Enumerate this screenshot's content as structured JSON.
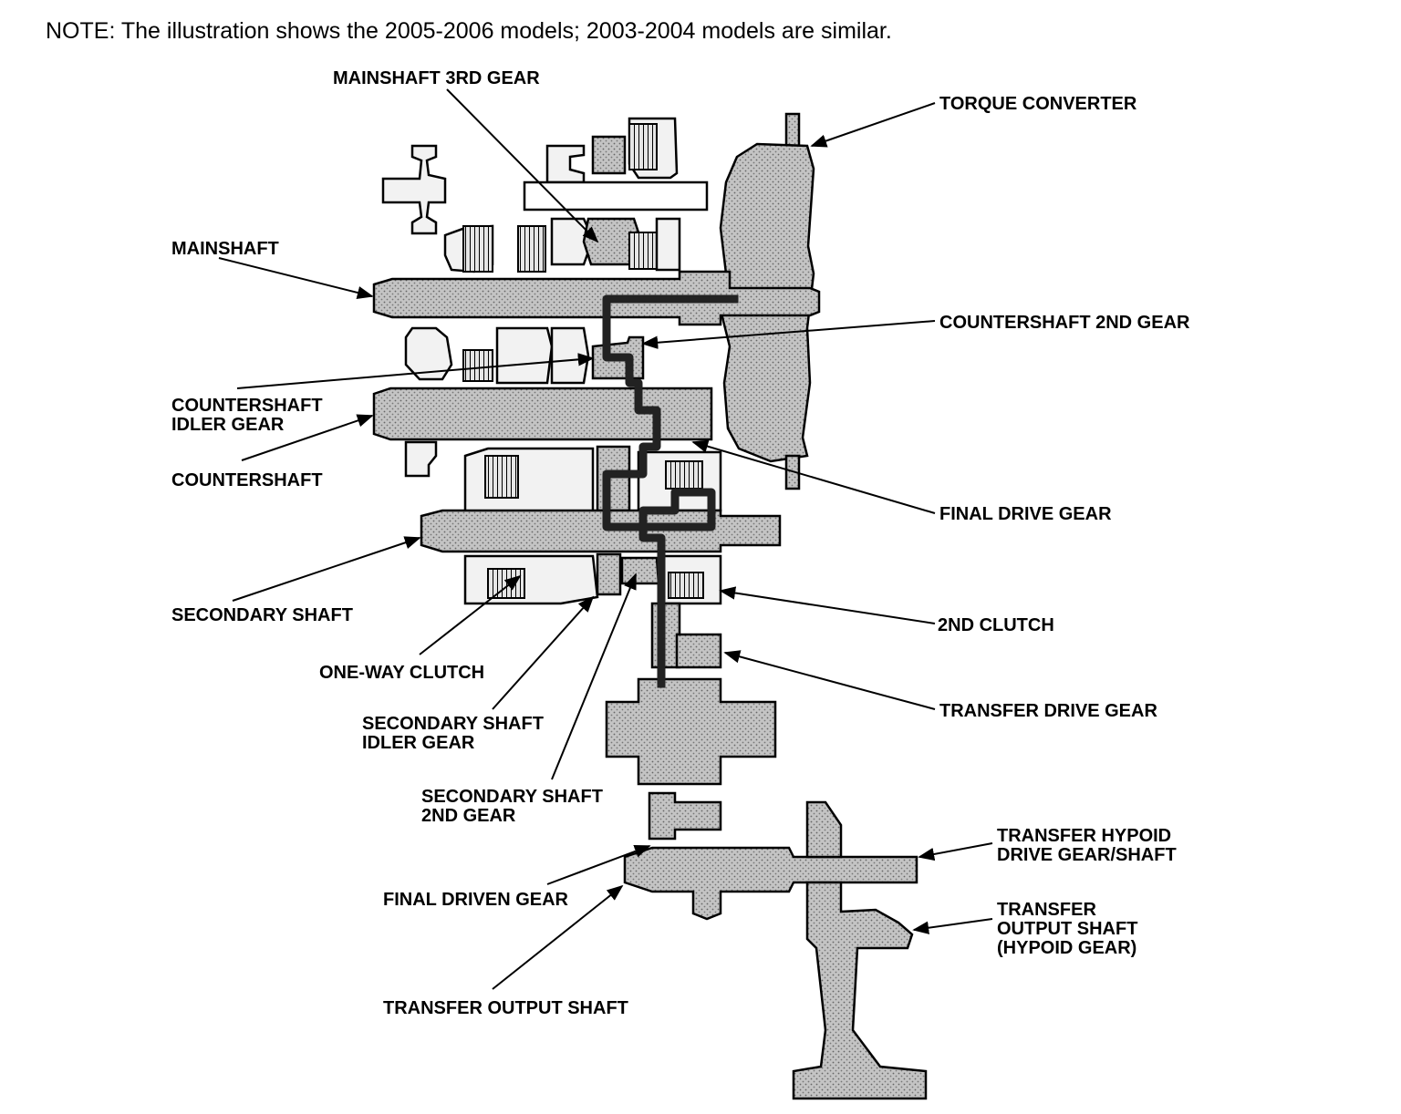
{
  "note": "NOTE: The illustration shows the 2005-2006 models; 2003-2004 models are similar.",
  "colors": {
    "ink": "#000000",
    "fill": "#bdbdbd",
    "flow": "#222222"
  },
  "labels": {
    "mainshaft_3rd_gear": "MAINSHAFT 3RD GEAR",
    "torque_converter": "TORQUE CONVERTER",
    "mainshaft": "MAINSHAFT",
    "countershaft_2nd_gear": "COUNTERSHAFT 2ND GEAR",
    "countershaft_idler_gear_l1": "COUNTERSHAFT",
    "countershaft_idler_gear_l2": "IDLER GEAR",
    "countershaft": "COUNTERSHAFT",
    "final_drive_gear": "FINAL DRIVE GEAR",
    "secondary_shaft": "SECONDARY SHAFT",
    "second_clutch": "2ND CLUTCH",
    "one_way_clutch": "ONE-WAY CLUTCH",
    "transfer_drive_gear": "TRANSFER DRIVE GEAR",
    "secondary_shaft_idler_gear_l1": "SECONDARY SHAFT",
    "secondary_shaft_idler_gear_l2": "IDLER GEAR",
    "secondary_shaft_2nd_gear_l1": "SECONDARY SHAFT",
    "secondary_shaft_2nd_gear_l2": "2ND GEAR",
    "transfer_hypoid_l1": "TRANSFER HYPOID",
    "transfer_hypoid_l2": "DRIVE GEAR/SHAFT",
    "final_driven_gear": "FINAL DRIVEN GEAR",
    "transfer_output_hypoid_l1": "TRANSFER",
    "transfer_output_hypoid_l2": "OUTPUT SHAFT",
    "transfer_output_hypoid_l3": "(HYPOID GEAR)",
    "transfer_output_shaft": "TRANSFER OUTPUT SHAFT"
  }
}
